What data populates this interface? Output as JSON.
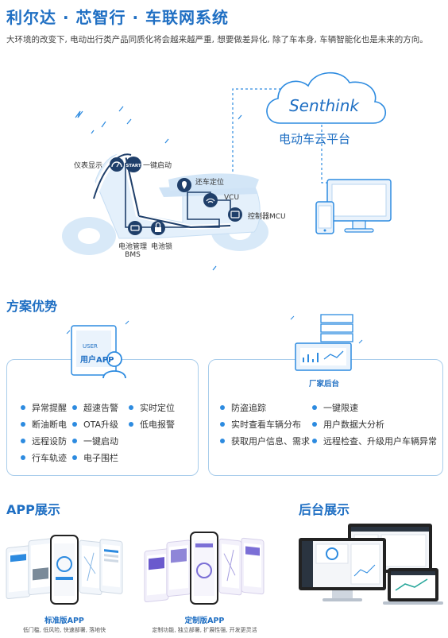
{
  "header": {
    "title": "利尔达 · 芯智行 · 车联网系统",
    "intro": "大环境的改变下, 电动出行类产品同质化将会越来越严重, 想要做差异化, 除了车本身, 车辆智能化也是未来的方向。"
  },
  "diagram": {
    "cloud_logo": "Senthink",
    "cloud_caption": "电动车云平台",
    "labels": {
      "dashboard": "仪表显示",
      "start": "一键启动",
      "start_badge": "START",
      "return_location": "还车定位",
      "vcu": "VCU",
      "mcu": "控制器MCU",
      "bms_line1": "电池管理",
      "bms_line2": "BMS",
      "battery_lock": "电池锁"
    }
  },
  "advantages": {
    "title": "方案优势",
    "user_card": {
      "badge_top": "USER",
      "title": "用户APP",
      "col1": [
        "异常提醒",
        "断油断电",
        "远程设防",
        "行车轨迹"
      ],
      "col2": [
        "超速告警",
        "OTA升级",
        "一键启动",
        "电子围栏"
      ],
      "col3": [
        "实时定位",
        "低电报警"
      ]
    },
    "vendor_card": {
      "title": "厂家后台",
      "col1": [
        "防盗追踪",
        "实时查看车辆分布",
        "获取用户信息、需求"
      ],
      "col2": [
        "一键限速",
        "用户数据大分析",
        "远程检查、升级用户车辆异常"
      ]
    }
  },
  "showcase": {
    "app_title": "APP展示",
    "backend_title": "后台展示",
    "standard_title": "标准版APP",
    "standard_sub": "低门槛, 低风险, 快速部署, 落地快",
    "custom_title": "定制版APP",
    "custom_sub": "定制功能, 独立部署, 扩展性强, 开发更灵活"
  },
  "colors": {
    "brand_blue": "#1f6fc3",
    "accent_blue": "#2d8be0",
    "card_border": "#a9cdeb"
  }
}
